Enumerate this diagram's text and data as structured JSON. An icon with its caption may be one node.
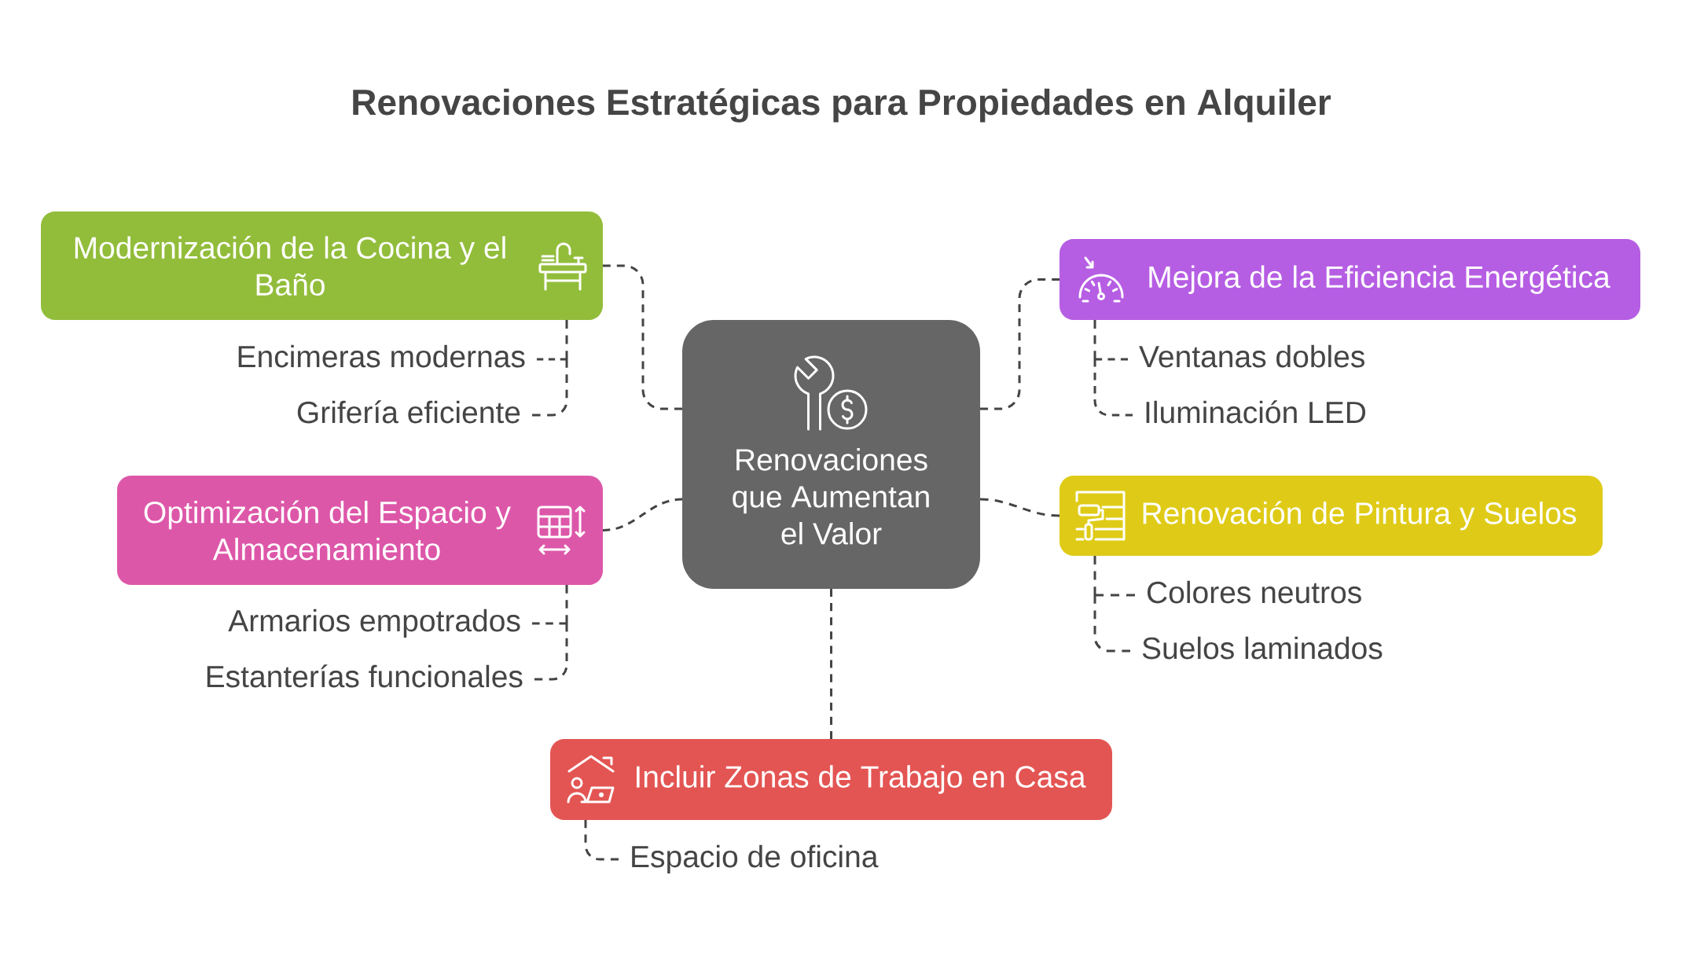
{
  "diagram": {
    "title": "Renovaciones Estratégicas para Propiedades en Alquiler",
    "nodes": [
      {
        "text": [
          "Renovaciones que Aumentan el Valor"
        ]
      },
      {
        "text": [
          "Modernización de la Cocina y el Baño"
        ]
      },
      {
        "text": [
          "Encimeras modernas"
        ]
      },
      {
        "text": [
          "Grifería eficiente"
        ]
      },
      {
        "text": [
          "Mejora de la Eficiencia Energética"
        ]
      },
      {
        "text": [
          "Ventanas dobles"
        ]
      },
      {
        "text": [
          "Iluminación LED"
        ]
      },
      {
        "text": [
          "Optimización del Espacio y Almacenamiento"
        ]
      },
      {
        "text": [
          "Armarios empotrados"
        ]
      },
      {
        "text": [
          "Estanterías funcionales"
        ]
      },
      {
        "text": [
          "Renovación de Pintura y Suelos"
        ]
      },
      {
        "text": [
          "Colores neutros"
        ]
      },
      {
        "text": [
          "Suelos laminados"
        ]
      },
      {
        "text": [
          "Incluir Zonas de Trabajo en Casa"
        ]
      },
      {
        "text": [
          "Espacio de oficina"
        ]
      }
    ],
    "edges": [
      {
        "from": 0,
        "to": 1,
        "arrow": "none",
        "style": "dashed"
      },
      {
        "from": 1,
        "to": 2,
        "arrow": "none",
        "style": "dashed"
      },
      {
        "from": 1,
        "to": 3,
        "arrow": "none",
        "style": "dashed"
      },
      {
        "from": 0,
        "to": 4,
        "arrow": "none",
        "style": "dashed"
      },
      {
        "from": 4,
        "to": 5,
        "arrow": "none",
        "style": "dashed"
      },
      {
        "from": 4,
        "to": 6,
        "arrow": "none",
        "style": "dashed"
      },
      {
        "from": 0,
        "to": 7,
        "arrow": "none",
        "style": "dashed"
      },
      {
        "from": 7,
        "to": 8,
        "arrow": "none",
        "style": "dashed"
      },
      {
        "from": 7,
        "to": 9,
        "arrow": "none",
        "style": "dashed"
      },
      {
        "from": 0,
        "to": 10,
        "arrow": "none",
        "style": "dashed"
      },
      {
        "from": 10,
        "to": 11,
        "arrow": "none",
        "style": "dashed"
      },
      {
        "from": 10,
        "to": 12,
        "arrow": "none",
        "style": "dashed"
      },
      {
        "from": 0,
        "to": 13,
        "arrow": "none",
        "style": "dashed"
      },
      {
        "from": 13,
        "to": 14,
        "arrow": "none",
        "style": "dashed"
      }
    ]
  }
}
